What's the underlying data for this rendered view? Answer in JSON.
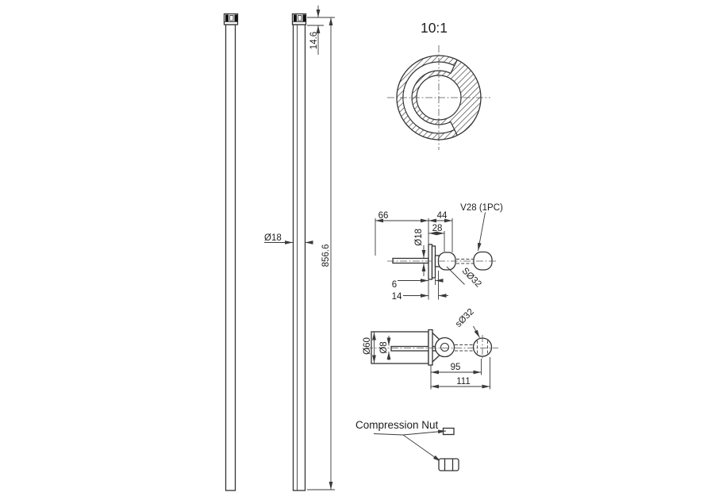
{
  "drawing": {
    "scale_label": "10:1",
    "main_view": {
      "tip_len": "14.6",
      "total_len": "856.6",
      "dia": "Ø18"
    },
    "ball_detail": {
      "d66": "66",
      "d44": "44",
      "d28": "28",
      "dia": "Ø18",
      "d6": "6",
      "d14": "14",
      "sphere": "SØ32",
      "callout": "V28 (1PC)"
    },
    "socket_detail": {
      "dia_body": "Ø60",
      "dia_rod": "Ø8",
      "sphere": "sØ32",
      "d95": "95",
      "d111": "111"
    },
    "nut_callout": {
      "label": "Compression Nut"
    },
    "colors": {
      "background": "#ffffff",
      "line": "#3a3a3a",
      "text": "#1e1e1e"
    }
  }
}
